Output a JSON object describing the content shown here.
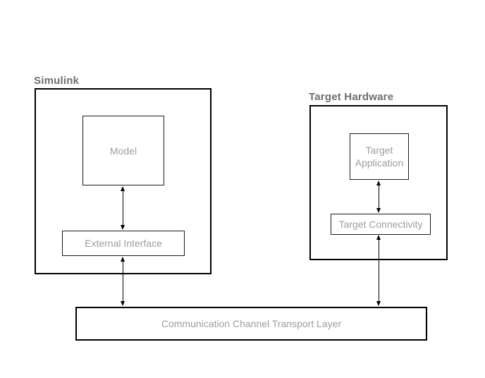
{
  "colors": {
    "background": "#ffffff",
    "section_label_text": "#6e6e6e",
    "node_text": "#9e9e9e",
    "border": "#000000"
  },
  "simulink": {
    "label": "Simulink",
    "model_label": "Model",
    "external_interface_label": "External Interface"
  },
  "target_hardware": {
    "label": "Target Hardware",
    "target_application_label": "Target Application",
    "target_connectivity_label": "Target Connectivity"
  },
  "transport": {
    "label": "Communication Channel Transport Layer"
  }
}
